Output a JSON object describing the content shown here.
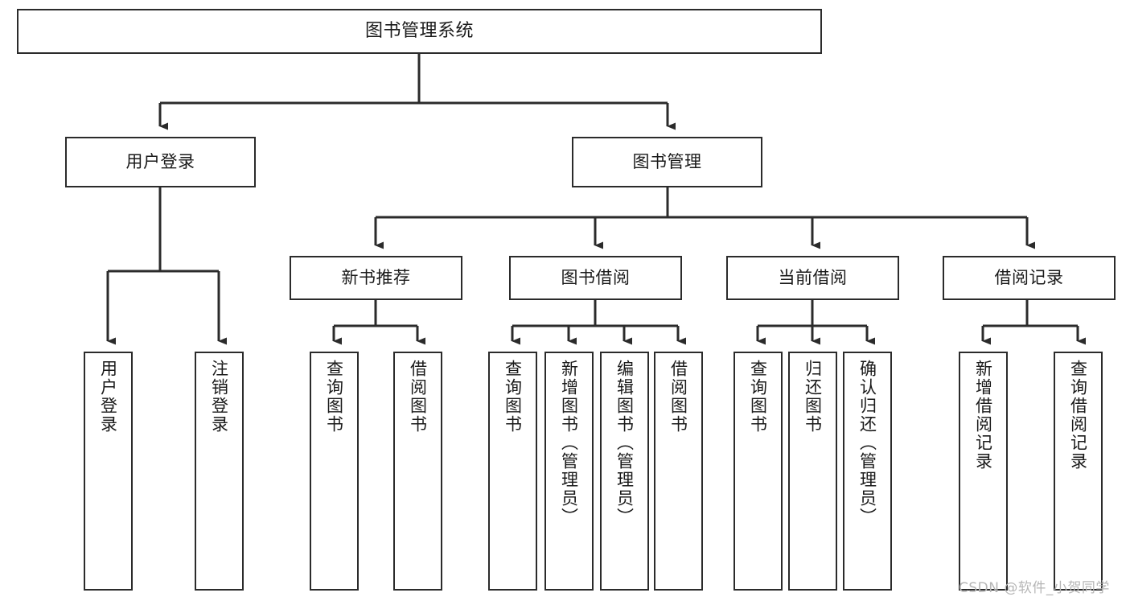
{
  "diagram": {
    "title": "图书管理系统",
    "type": "tree-hierarchy-chart",
    "watermark": "CSDN @软件_小贺同学",
    "colors": {
      "node_border": "#2b2b2b",
      "node_fill": "#ffffff",
      "edge": "#2b2b2b",
      "text": "#1a1a1a",
      "watermark": "#b6b6b6",
      "background": "#ffffff"
    },
    "root": {
      "label": "图书管理系统"
    },
    "level1": [
      {
        "label": "用户登录"
      },
      {
        "label": "图书管理"
      }
    ],
    "level2": [
      {
        "label": "新书推荐"
      },
      {
        "label": "图书借阅"
      },
      {
        "label": "当前借阅"
      },
      {
        "label": "借阅记录"
      }
    ],
    "leaves": {
      "user_login": [
        {
          "label": "用户登录"
        },
        {
          "label": "注销登录"
        }
      ],
      "new_book_recommend": [
        {
          "label": "查询图书"
        },
        {
          "label": "借阅图书"
        }
      ],
      "book_borrow": [
        {
          "label": "查询图书"
        },
        {
          "label": "新增图书（管理员）"
        },
        {
          "label": "编辑图书（管理员）"
        },
        {
          "label": "借阅图书"
        }
      ],
      "current_borrow": [
        {
          "label": "查询图书"
        },
        {
          "label": "归还图书"
        },
        {
          "label": "确认归还（管理员）"
        }
      ],
      "borrow_record": [
        {
          "label": "新增借阅记录"
        },
        {
          "label": "查询借阅记录"
        }
      ]
    }
  }
}
